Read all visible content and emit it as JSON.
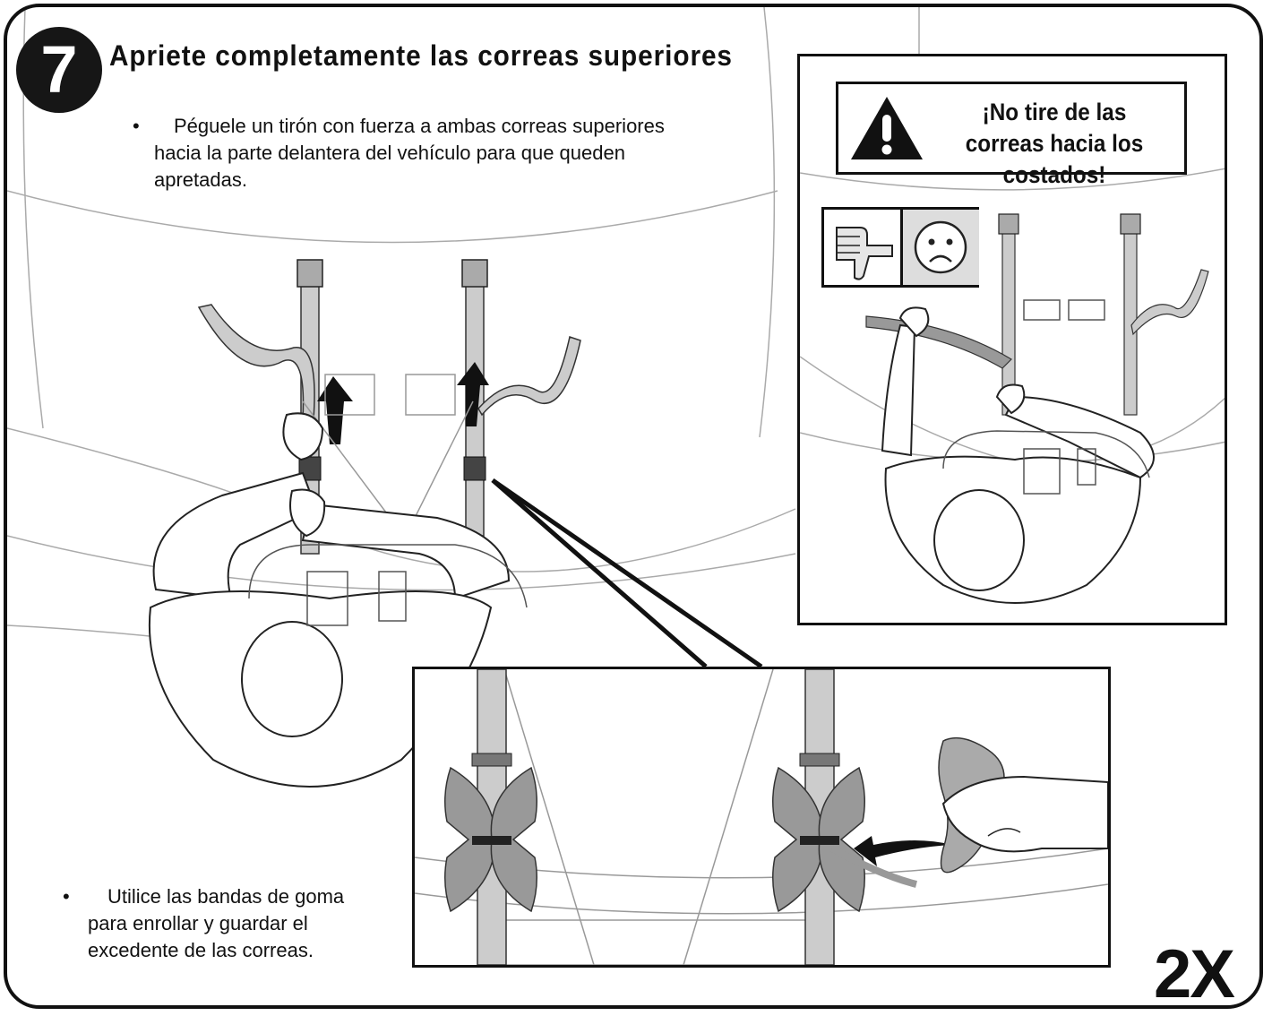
{
  "header": {
    "step_number": "7",
    "title": "Apriete completamente las correas superiores"
  },
  "instructions": {
    "bullet_symbol": "•",
    "tighten": "Péguele un tirón con fuerza a ambas correas superiores hacia la parte delantera del vehículo para que queden apretadas.",
    "store": "Utilice las bandas de goma para enrollar y guardar el excedente de las correas."
  },
  "warning": {
    "text": "¡No tire de las correas hacia los costados!",
    "icons": [
      "warning-triangle-icon",
      "thumbs-down-icon",
      "sad-face-icon"
    ]
  },
  "quantity": "2X"
}
